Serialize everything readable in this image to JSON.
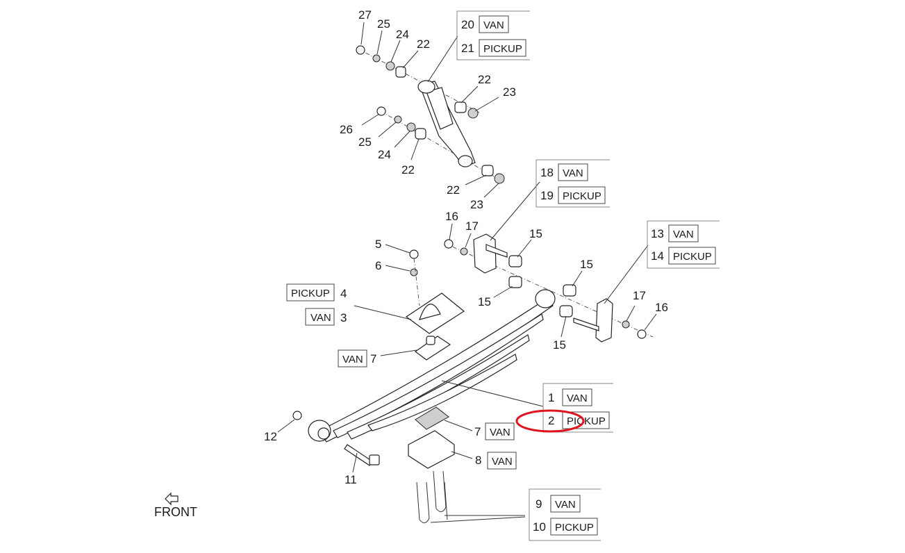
{
  "diagram": {
    "callouts": {
      "c27": "27",
      "c25a": "25",
      "c24a": "24",
      "c22a": "22",
      "c22b": "22",
      "c23a": "23",
      "c26": "26",
      "c25b": "25",
      "c24b": "24",
      "c22c": "22",
      "c22d": "22",
      "c23b": "23",
      "c16a": "16",
      "c17a": "17",
      "c15a": "15",
      "c15b": "15",
      "c15c": "15",
      "c15d": "15",
      "c17b": "17",
      "c16b": "16",
      "c5": "5",
      "c6": "6",
      "c4": "4",
      "c3": "3",
      "c7a": "7",
      "c12": "12",
      "c11": "11",
      "c7b": "7",
      "c8": "8"
    },
    "tags": {
      "t4": "PICKUP",
      "t3": "VAN",
      "t7a": "VAN",
      "t7b": "VAN",
      "t8": "VAN"
    },
    "tables": {
      "shock": {
        "rows": [
          {
            "num": "20",
            "label": "VAN"
          },
          {
            "num": "21",
            "label": "PICKUP"
          }
        ]
      },
      "shackle": {
        "rows": [
          {
            "num": "18",
            "label": "VAN"
          },
          {
            "num": "19",
            "label": "PICKUP"
          }
        ]
      },
      "rear_shackle": {
        "rows": [
          {
            "num": "13",
            "label": "VAN"
          },
          {
            "num": "14",
            "label": "PICKUP"
          }
        ]
      },
      "spring": {
        "rows": [
          {
            "num": "1",
            "label": "VAN"
          },
          {
            "num": "2",
            "label": "PICKUP"
          }
        ]
      },
      "ubolt": {
        "rows": [
          {
            "num": "9",
            "label": "VAN"
          },
          {
            "num": "10",
            "label": "PICKUP"
          }
        ]
      }
    },
    "front_label": "FRONT",
    "highlight_color": "#e0141e"
  }
}
